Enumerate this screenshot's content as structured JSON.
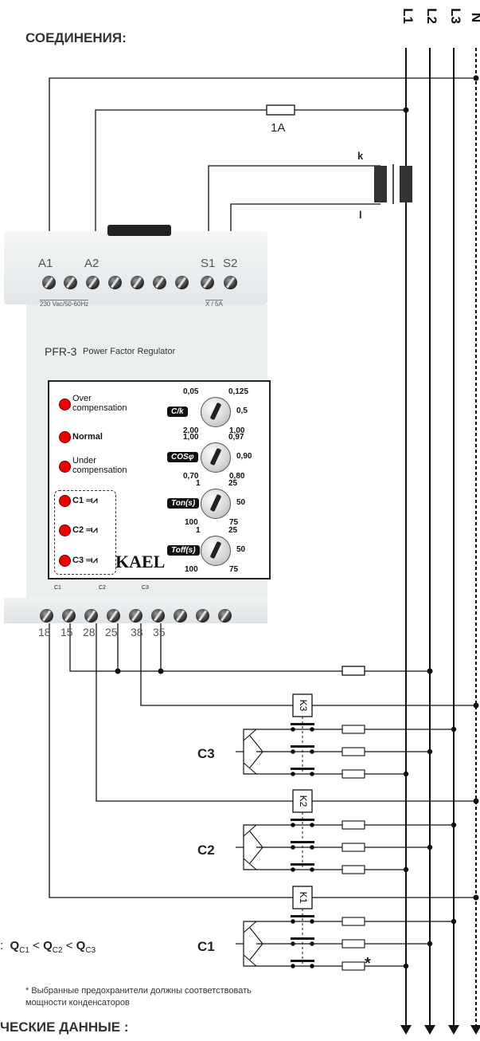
{
  "header": {
    "title": "СОЕДИНЕНИЯ:",
    "bottom_title": "ЧЕСКИЕ ДАННЫЕ   :"
  },
  "buses": [
    "L1",
    "L2",
    "L3",
    "N"
  ],
  "fuse_label": "1A",
  "ct_labels": {
    "k": "k",
    "l": "l"
  },
  "device": {
    "terminals_top": [
      "A1",
      "A2",
      "S1",
      "S2"
    ],
    "supply_note": "230 Vac/50-60Hz",
    "ct_note": "X / 5A",
    "model": "PFR-3",
    "model_desc": "Power Factor Regulator",
    "brand": "KAEL",
    "relay_labels": [
      "C1",
      "C2",
      "C3"
    ],
    "terminals_bottom": [
      "18",
      "15",
      "28",
      "25",
      "38",
      "35"
    ],
    "leds": [
      {
        "label": "Over\ncompensation"
      },
      {
        "label": "Normal"
      },
      {
        "label": "Under\ncompensation"
      },
      {
        "label": "C1"
      },
      {
        "label": "C2"
      },
      {
        "label": "C3"
      }
    ],
    "knobs": [
      {
        "name": "C/k",
        "left_top": "0,05",
        "right_top": "0,125",
        "right_mid": "0,5",
        "left_bot": "2,00",
        "right_bot": "1,00"
      },
      {
        "name": "COSφ",
        "left_top": "1,00",
        "right_top": "0,97",
        "right_mid": "0,90",
        "left_bot": "0,70",
        "right_bot": "0,80"
      },
      {
        "name": "Ton(s)",
        "left_top": "1",
        "right_top": "25",
        "right_mid": "50",
        "left_bot": "100",
        "right_bot": "75"
      },
      {
        "name": "Toff(s)",
        "left_top": "1",
        "right_top": "25",
        "right_mid": "50",
        "left_bot": "100",
        "right_bot": "75"
      }
    ]
  },
  "contactors": [
    "K3",
    "K2",
    "K1"
  ],
  "capacitors": [
    "C3",
    "C2",
    "C1"
  ],
  "q_relation": {
    "prefix": ":",
    "parts": [
      "Q",
      "C1",
      " < ",
      "Q",
      "C2",
      " < ",
      "Q",
      "C3"
    ]
  },
  "footnote_marker": "*",
  "footnote": "* Выбранные предохранители должны соответствовать\nмощности конденсаторов",
  "colors": {
    "led": "#e00000",
    "device_body": "#e9ecee",
    "panel_border": "#222222"
  }
}
